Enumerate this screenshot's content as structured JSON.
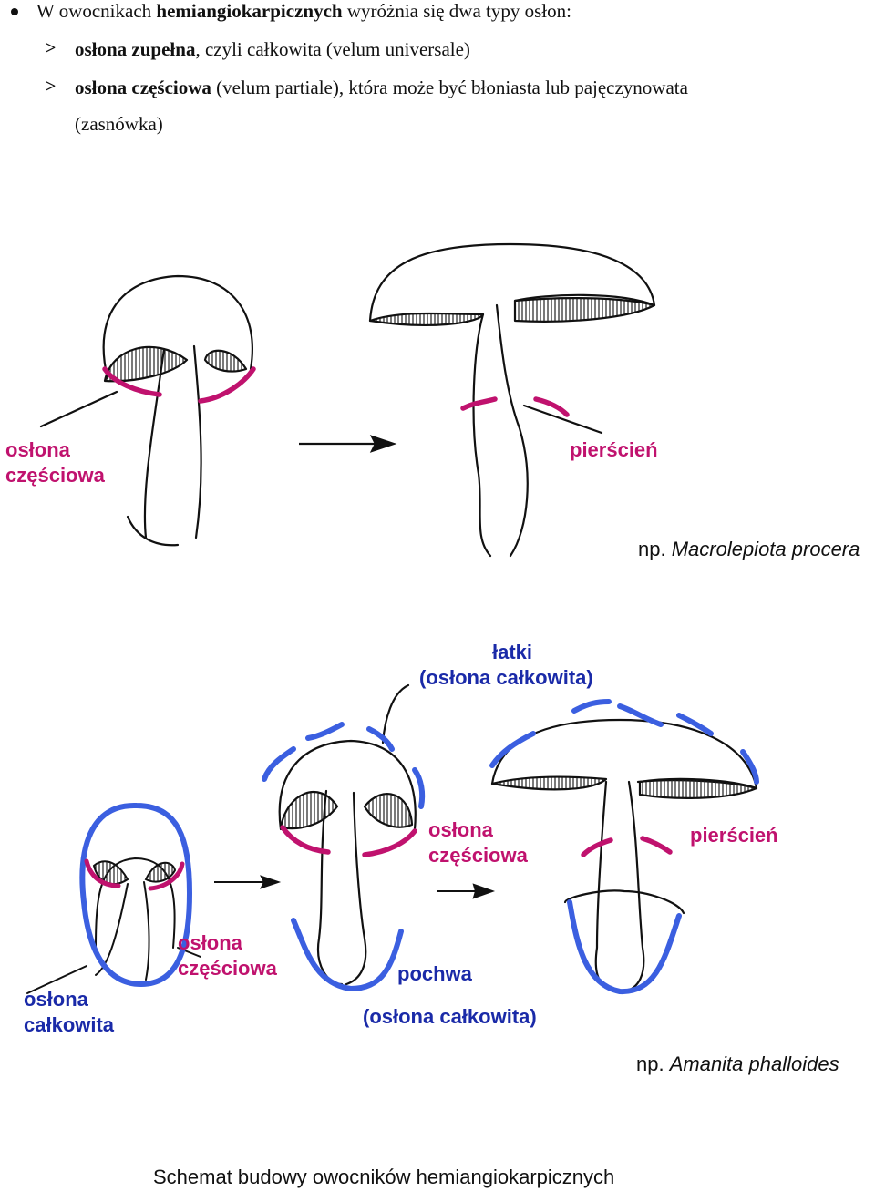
{
  "intro": {
    "prefix": "W owocnikach ",
    "term": "hemiangiokarpicznych",
    "suffix": " wyróżnia się dwa typy osłon:",
    "items": [
      {
        "bold": "osłona zupełna",
        "rest": ", czyli całkowita (velum universale)"
      },
      {
        "bold": "osłona częściowa",
        "rest": " (velum partiale), która może być błoniasta lub pajęczynowata"
      }
    ],
    "continuation": "(zasnówka)"
  },
  "diagram_top": {
    "label_partial_line1": "osłona",
    "label_partial_line2": "częściowa",
    "label_ring": "pierścień",
    "example_prefix": "np. ",
    "example_species": "Macrolepiota procera"
  },
  "diagram_bottom": {
    "label_patches_line1": "łatki",
    "label_patches_line2": "(osłona całkowita)",
    "label_partial_mid_line1": "osłona",
    "label_partial_mid_line2": "częściowa",
    "label_ring": "pierścień",
    "label_partial_left_line1": "osłona",
    "label_partial_left_line2": "częściowa",
    "label_universal_line1": "osłona",
    "label_universal_line2": "całkowita",
    "label_volva": "pochwa",
    "label_volva_sub": "(osłona całkowita)",
    "example_prefix": "np. ",
    "example_species": "Amanita phalloides"
  },
  "caption": "Schemat budowy owocników hemiangiokarpicznych",
  "colors": {
    "partial_veil": "#c0126e",
    "universal_veil": "#3b5fe0",
    "outline": "#111111"
  }
}
